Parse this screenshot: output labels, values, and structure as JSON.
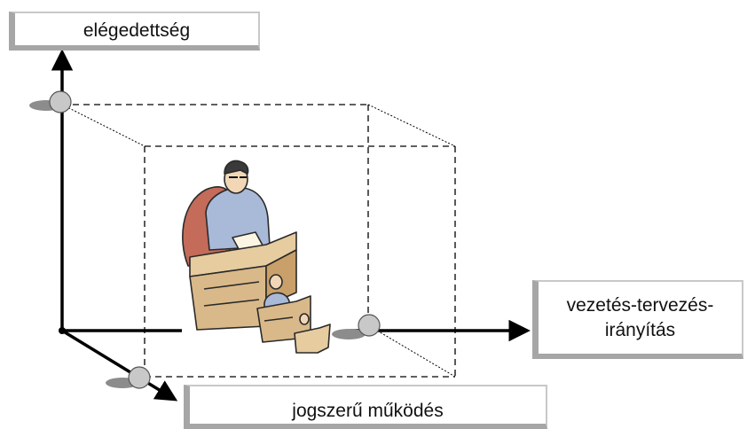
{
  "axes": {
    "y": {
      "label": "elégedettség"
    },
    "x": {
      "label_line1": "vezetés-tervezés-",
      "label_line2": "irányítás"
    },
    "z": {
      "label": "jogszerű működés"
    }
  },
  "colors": {
    "axis": "#000000",
    "marker_fill": "#c8c8c8",
    "marker_shadow": "#8c8c8c",
    "box_shadow": "#a6a6a6",
    "dashed_line": "#000000"
  },
  "illustration": {
    "icon": "office-hierarchy-clipart-icon"
  }
}
